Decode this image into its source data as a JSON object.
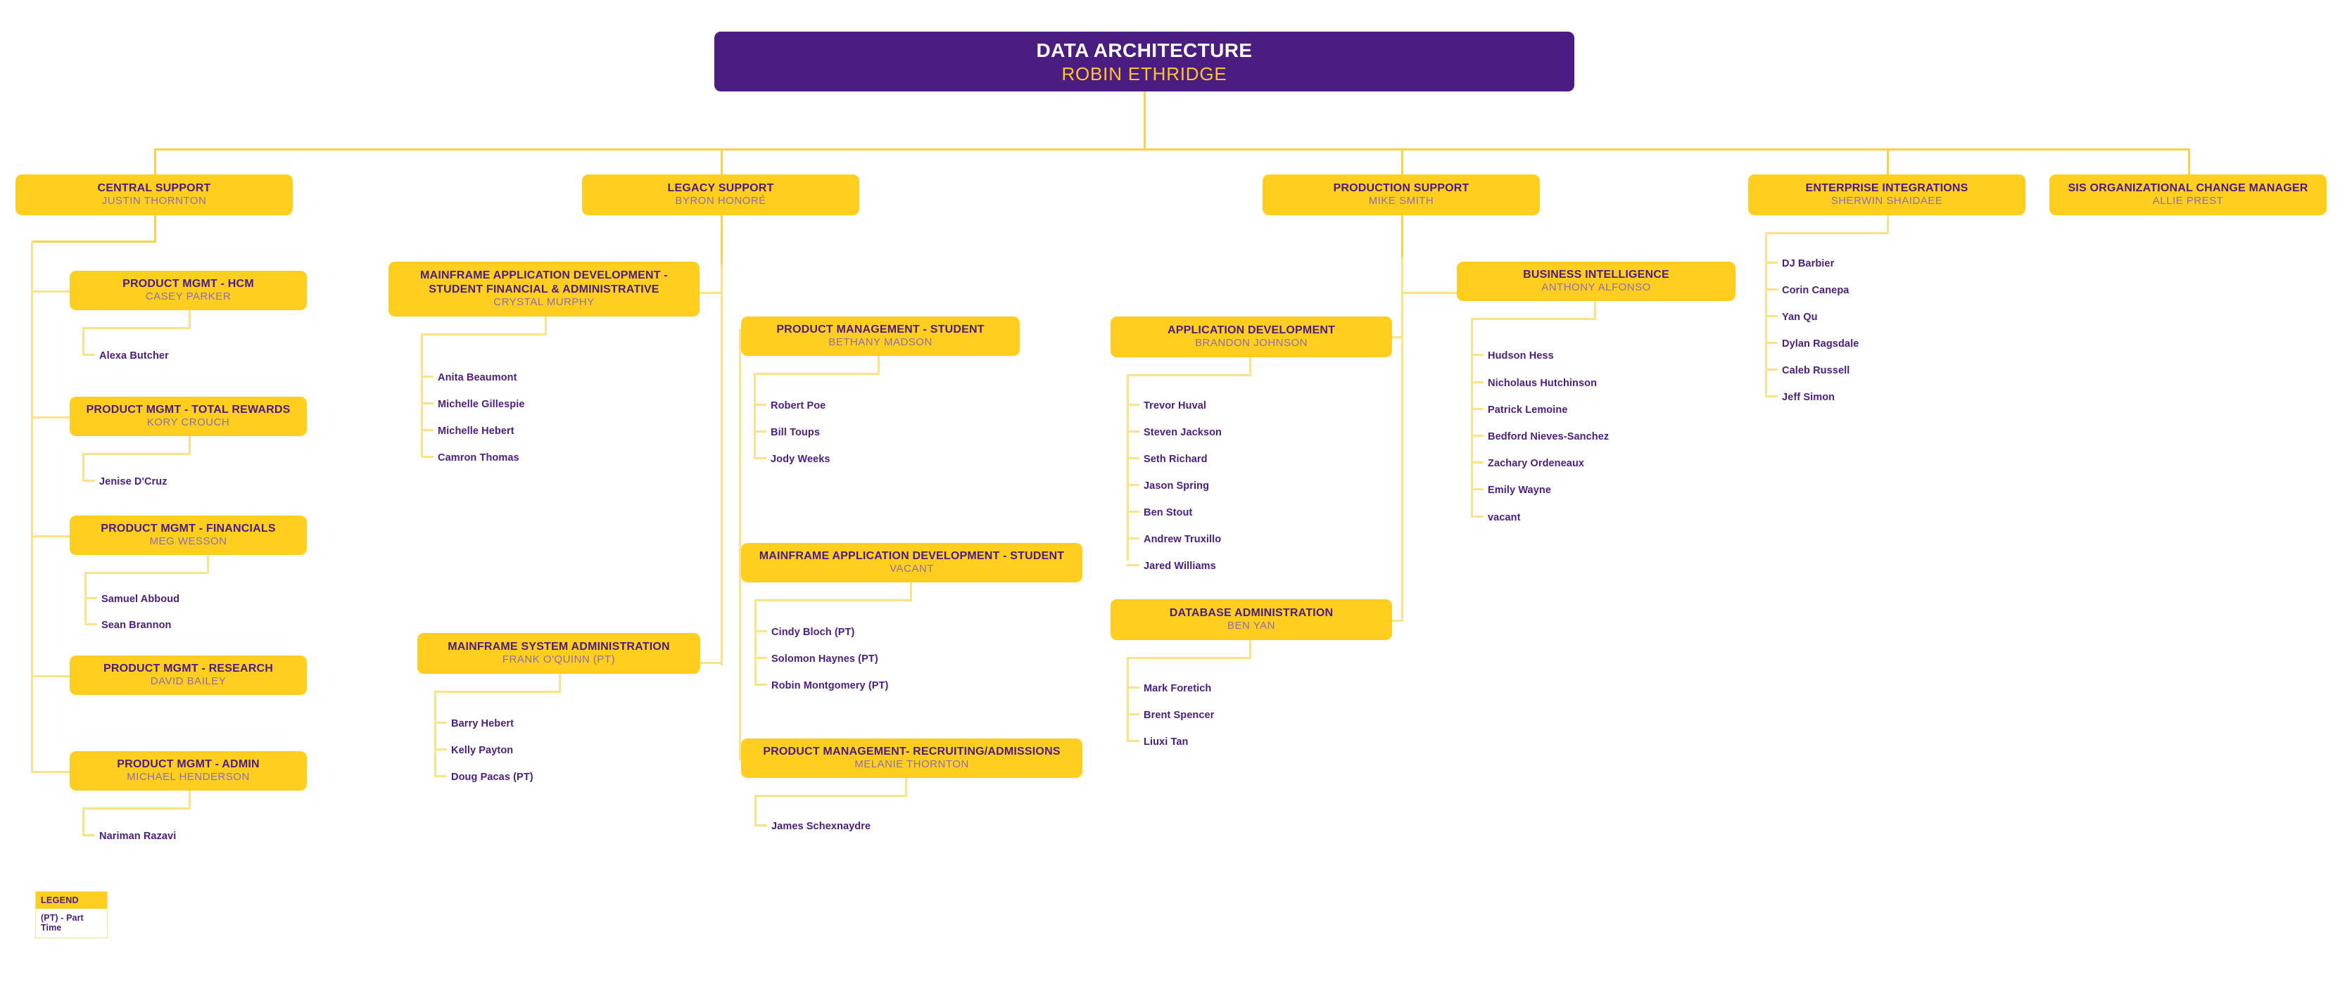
{
  "chart_title": "DATA ARCHITECTURE",
  "colors": {
    "root_fill": "#4B1D80",
    "root_title": "#FFFFFF",
    "root_person": "#FFC629",
    "node_fill": "#FFCE1F",
    "node_title": "#4B1D80",
    "node_person": "#8B6FAF",
    "leaf_text": "#4B1D80",
    "connector": "#FBD14B",
    "connector_light": "#FCE38A",
    "background": "#FFFFFF"
  },
  "root": {
    "title": "DATA ARCHITECTURE",
    "person": "ROBIN ETHRIDGE"
  },
  "divisions": {
    "central_support": {
      "title": "CENTRAL SUPPORT",
      "person": "JUSTIN THORNTON"
    },
    "legacy_support": {
      "title": "LEGACY SUPPORT",
      "person": "BYRON HONORÉ"
    },
    "production_support": {
      "title": "PRODUCTION SUPPORT",
      "person": "MIKE SMITH"
    },
    "enterprise_integrations": {
      "title": "ENTERPRISE INTEGRATIONS",
      "person": "SHERWIN SHAIDAEE"
    },
    "sis_org_change_manager": {
      "title": "SIS ORGANIZATIONAL CHANGE MANAGER",
      "person": "ALLIE PREST"
    }
  },
  "teams": {
    "pm_hcm": {
      "title": "PRODUCT MGMT - HCM",
      "person": "CASEY PARKER",
      "members": [
        "Alexa Butcher"
      ]
    },
    "pm_total_rewards": {
      "title": "PRODUCT MGMT - TOTAL REWARDS",
      "person": "KORY CROUCH",
      "members": [
        "Jenise D'Cruz"
      ]
    },
    "pm_financials": {
      "title": "PRODUCT MGMT - FINANCIALS",
      "person": "MEG WESSON",
      "members": [
        "Samuel Abboud",
        "Sean Brannon"
      ]
    },
    "pm_research": {
      "title": "PRODUCT MGMT - RESEARCH",
      "person": "DAVID BAILEY",
      "members": []
    },
    "pm_admin": {
      "title": "PRODUCT MGMT - ADMIN",
      "person": "MICHAEL HENDERSON",
      "members": [
        "Nariman Razavi"
      ]
    },
    "mad_student_fin_admin": {
      "title_line1": "MAINFRAME APPLICATION DEVELOPMENT -",
      "title_line2": "STUDENT FINANCIAL & ADMINISTRATIVE",
      "person": "CRYSTAL MURPHY",
      "members": [
        "Anita Beaumont",
        "Michelle Gillespie",
        "Michelle Hebert",
        "Camron Thomas"
      ]
    },
    "mainframe_sys_admin": {
      "title": "MAINFRAME SYSTEM ADMINISTRATION",
      "person": "FRANK O'QUINN (PT)",
      "members": [
        "Barry Hebert",
        "Kelly Payton",
        "Doug Pacas (PT)"
      ]
    },
    "pm_student": {
      "title": "PRODUCT MANAGEMENT - STUDENT",
      "person": "BETHANY MADSON",
      "members": [
        "Robert Poe",
        "Bill Toups",
        "Jody Weeks"
      ]
    },
    "mad_student": {
      "title": "MAINFRAME APPLICATION DEVELOPMENT - STUDENT",
      "person": "VACANT",
      "members": [
        "Cindy Bloch (PT)",
        "Solomon Haynes (PT)",
        "Robin Montgomery (PT)"
      ]
    },
    "pm_recruiting_admissions": {
      "title": "PRODUCT MANAGEMENT- RECRUITING/ADMISSIONS",
      "person": "MELANIE THORNTON",
      "members": [
        "James Schexnaydre"
      ]
    },
    "application_development": {
      "title": "APPLICATION DEVELOPMENT",
      "person": "BRANDON JOHNSON",
      "members": [
        "Trevor Huval",
        "Steven Jackson",
        "Seth Richard",
        "Jason Spring",
        "Ben Stout",
        "Andrew Truxillo",
        "Jared Williams"
      ]
    },
    "database_administration": {
      "title": "DATABASE ADMINISTRATION",
      "person": "BEN YAN",
      "members": [
        "Mark Foretich",
        "Brent Spencer",
        "Liuxi Tan"
      ]
    },
    "business_intelligence": {
      "title": "BUSINESS INTELLIGENCE",
      "person": "ANTHONY ALFONSO",
      "members": [
        "Hudson Hess",
        "Nicholaus Hutchinson",
        "Patrick Lemoine",
        "Bedford Nieves-Sanchez",
        "Zachary Ordeneaux",
        "Emily Wayne",
        "vacant"
      ]
    },
    "enterprise_integrations_members": {
      "members": [
        "DJ Barbier",
        "Corin Canepa",
        "Yan Qu",
        "Dylan Ragsdale",
        "Caleb Russell",
        "Jeff Simon"
      ]
    }
  },
  "legend": {
    "heading": "LEGEND",
    "entry": "(PT) - Part Time"
  }
}
